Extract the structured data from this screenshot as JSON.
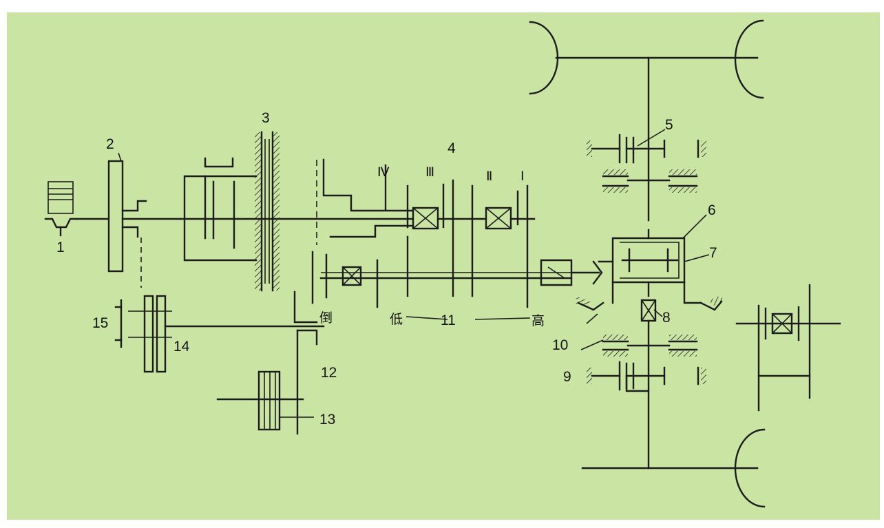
{
  "colors": {
    "paper": "#c9e4a3",
    "ink": "#1c1c1c",
    "margin": "#ffffff"
  },
  "labels": {
    "l1": "1",
    "l2": "2",
    "l3": "3",
    "l4": "4",
    "l5": "5",
    "l6": "6",
    "l7": "7",
    "l8": "8",
    "l9": "9",
    "l10": "10",
    "l11": "11",
    "l12": "12",
    "l13": "13",
    "l14": "14",
    "l15": "15"
  },
  "gear_labels": {
    "g4": "Ⅳ",
    "g3": "Ⅲ",
    "g2": "Ⅱ",
    "g1": "Ⅰ"
  },
  "range_labels": {
    "reverse": "倒",
    "low": "低",
    "high": "高"
  }
}
